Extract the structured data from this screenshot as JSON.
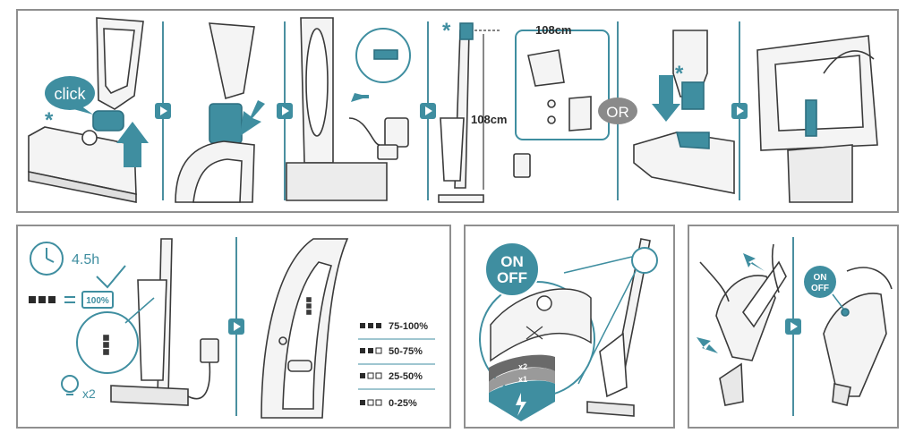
{
  "colors": {
    "accent": "#3f8ea0",
    "accent_dark": "#2d6f80",
    "divider": "#4a8fa0",
    "frame": "#8f8f8f",
    "line": "#3a3a3a",
    "fill_light": "#f2f2f2",
    "or_badge": "#8a8a8a"
  },
  "top_strip": {
    "click_label": "click",
    "height_label": "108cm",
    "height_label_inset": "108cm",
    "or_label": "OR",
    "asterisk": "*"
  },
  "charge_panel": {
    "time_label": "4.5h",
    "percent_label": "100%",
    "bulb_count": "x2",
    "levels": [
      {
        "label": "75-100%",
        "icon": "battery-3-icon"
      },
      {
        "label": "50-75%",
        "icon": "battery-2-icon"
      },
      {
        "label": "25-50%",
        "icon": "battery-1-icon"
      },
      {
        "label": "0-25%",
        "icon": "battery-0-blink-icon"
      }
    ]
  },
  "power_panel": {
    "on_label": "ON",
    "off_label": "OFF",
    "speed_x2": "x2",
    "speed_x1": "x1"
  },
  "handheld_panel": {
    "on_label": "ON",
    "off_label": "OFF"
  },
  "step_arrows": [
    "play-step-icon"
  ]
}
